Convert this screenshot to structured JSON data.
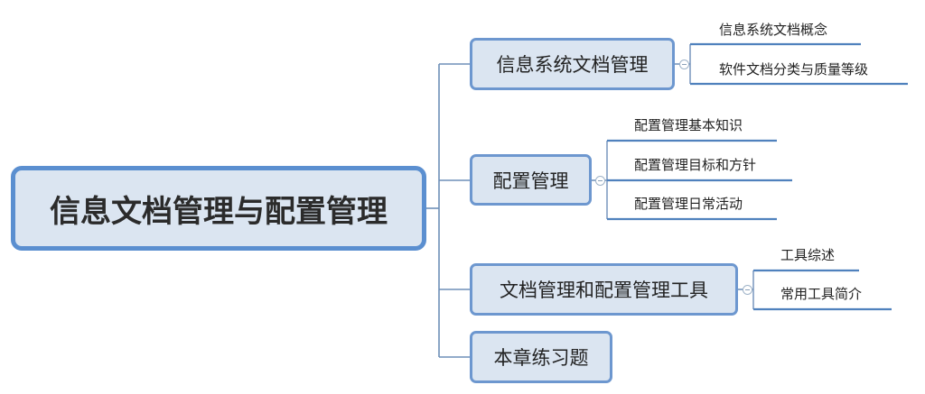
{
  "mindmap": {
    "root": "信息文档管理与配置管理",
    "branches": [
      {
        "label": "信息系统文档管理",
        "children": [
          "信息系统文档概念",
          "软件文档分类与质量等级"
        ]
      },
      {
        "label": "配置管理",
        "children": [
          "配置管理基本知识",
          "配置管理目标和方针",
          "配置管理日常活动"
        ]
      },
      {
        "label": "文档管理和配置管理工具",
        "children": [
          "工具综述",
          "常用工具简介"
        ]
      },
      {
        "label": "本章练习题",
        "children": []
      }
    ]
  },
  "colors": {
    "node_fill": "#dbe5f1",
    "node_border": "#6d97cf",
    "line": "#4f81bd",
    "root_border": "#5b8fd0"
  }
}
